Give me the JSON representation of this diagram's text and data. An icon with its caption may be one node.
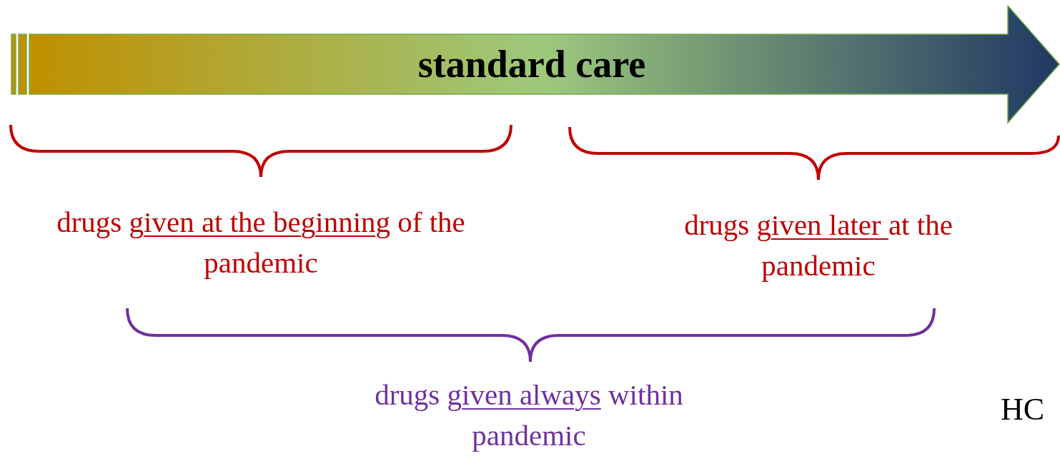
{
  "diagram": {
    "nodes": [
      {
        "text": [
          "standard care"
        ]
      }
    ],
    "edges": [],
    "labels": [
      "drugs given at the beginning of the pandemic",
      "drugs given later at the pandemic",
      "drugs given always within pandemic",
      "HC"
    ]
  }
}
